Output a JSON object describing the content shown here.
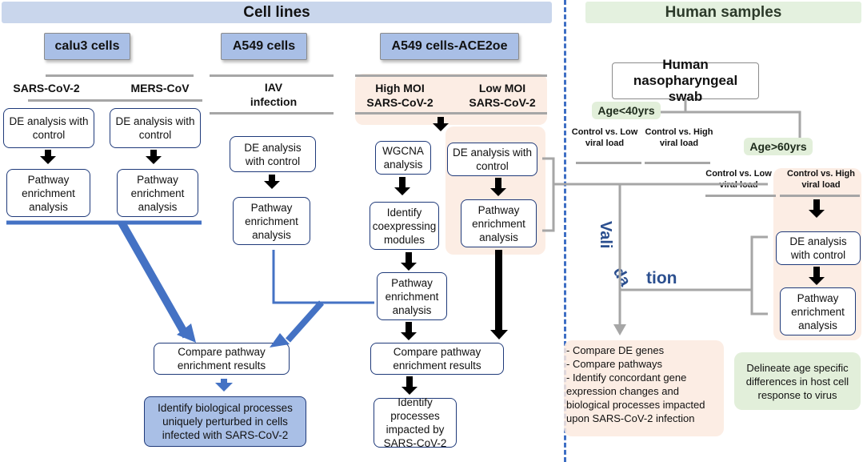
{
  "headers": {
    "cell_lines": "Cell lines",
    "human_samples": "Human samples"
  },
  "cell_lines": {
    "calu3": {
      "title": "calu3 cells",
      "virus_a": "SARS-CoV-2",
      "virus_b": "MERS-CoV",
      "de_a": "DE analysis with control",
      "de_b": "DE analysis with control",
      "path_a": "Pathway enrichment analysis",
      "path_b": "Pathway enrichment analysis"
    },
    "a549": {
      "title": "A549 cells",
      "infection_line1": "IAV",
      "infection_line2": "infection",
      "de": "DE analysis with control",
      "path": "Pathway enrichment analysis"
    },
    "ace2oe": {
      "title": "A549 cells-ACE2oe",
      "high_moi_line1": "High MOI",
      "high_moi_line2": "SARS-CoV-2",
      "low_moi_line1": "Low MOI",
      "low_moi_line2": "SARS-CoV-2",
      "wgcna": "WGCNA analysis",
      "identify_modules": "Identify coexpressing modules",
      "path_wgcna": "Pathway enrichment analysis",
      "de": "DE analysis with control",
      "path_de": "Pathway enrichment analysis",
      "compare": "Compare pathway enrichment results",
      "processes": "Identify processes impacted by SARS-CoV-2"
    },
    "compare_left": "Compare pathway enrichment results",
    "identify_unique": "Identify biological processes uniquely perturbed in cells infected with SARS-CoV-2"
  },
  "human": {
    "swab_line1": "Human nasopharyngeal",
    "swab_line2": "swab",
    "age_young": "Age<40yrs",
    "age_old": "Age>60yrs",
    "young_low": "Control vs. Low viral load",
    "young_high": "Control vs. High viral load",
    "old_low": "Control vs. Low viral load",
    "old_high": "Control vs. High viral load",
    "de": "DE analysis with control",
    "path": "Pathway enrichment analysis",
    "validation_part1": "Vali",
    "validation_part2": "da",
    "validation_part3": "tion",
    "bullets": [
      "- Compare DE genes",
      "- Compare pathways",
      "- Identify concordant gene",
      "  expression changes and",
      "  biological processes impacted",
      "  upon SARS-CoV-2 infection"
    ],
    "delineate": "Delineate age specific differences in host cell response to virus"
  },
  "colors": {
    "blue_arrow": "#4472c4",
    "black_arrow": "#000000",
    "gray_line": "#a6a6a6",
    "dark_blue_text": "#2b4f8f"
  }
}
